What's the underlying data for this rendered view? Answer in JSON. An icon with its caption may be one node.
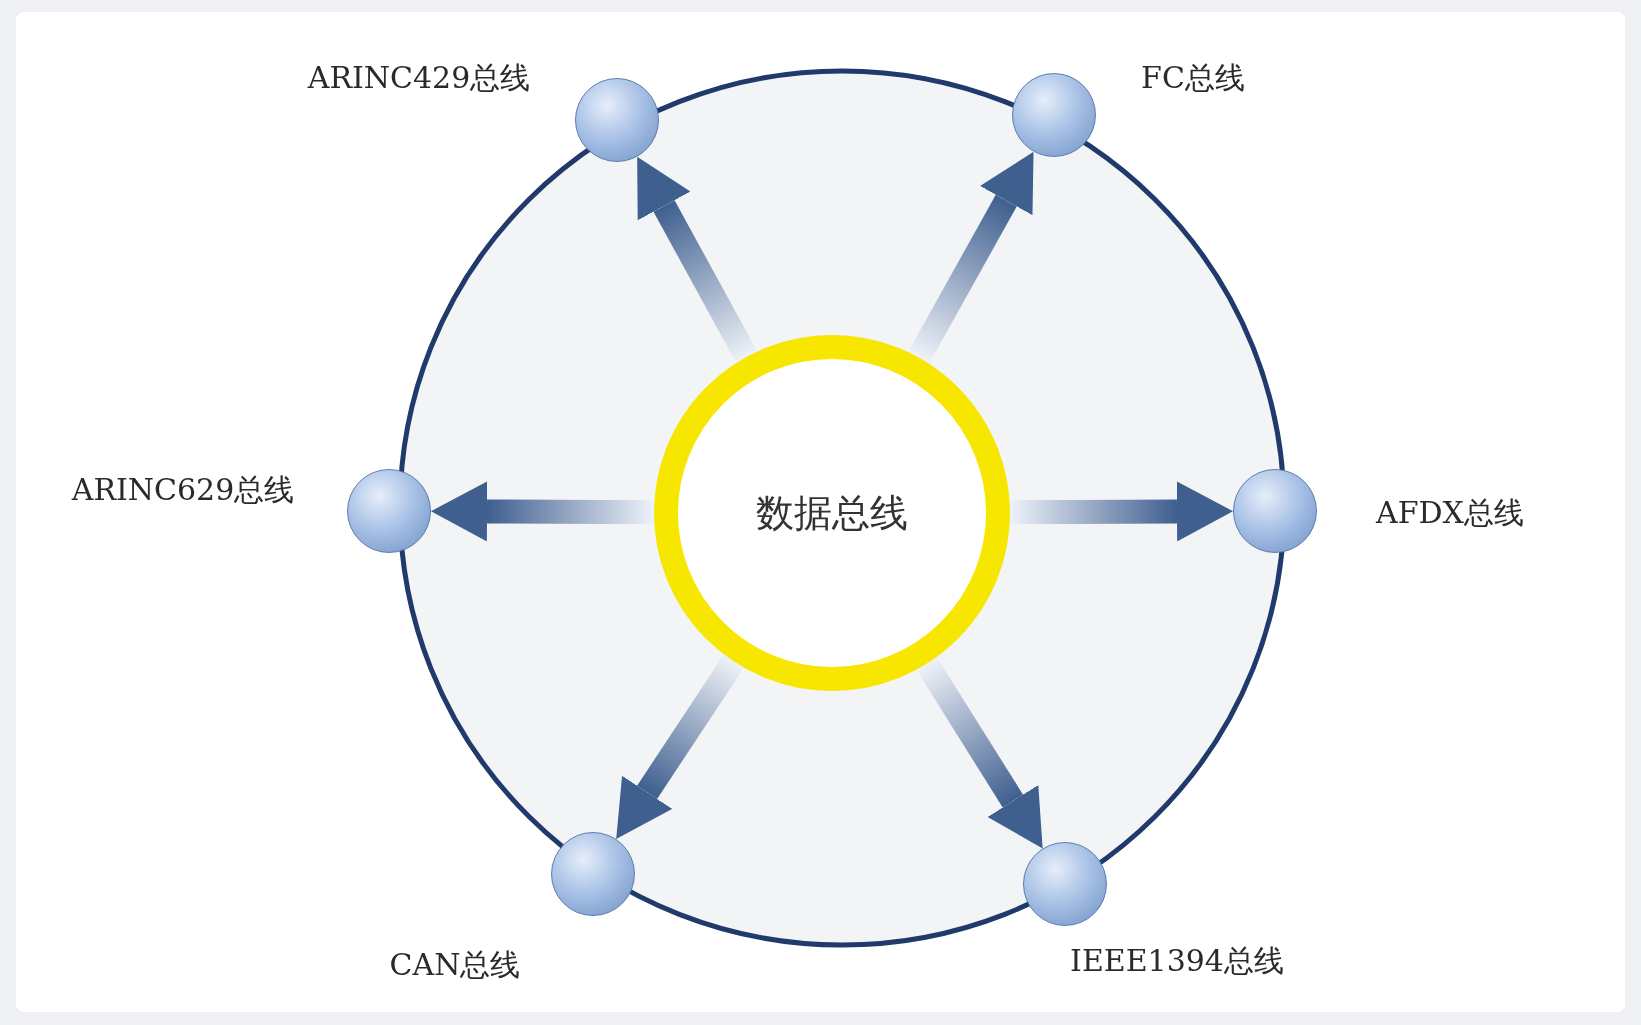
{
  "diagram": {
    "nodes": [
      {
        "text": [
          "数据总线"
        ]
      },
      {
        "text": [],
        "shape": "circle",
        "beside": [
          "ARINC429总线"
        ]
      },
      {
        "text": [],
        "shape": "circle",
        "beside": [
          "FC总线"
        ]
      },
      {
        "text": [],
        "shape": "circle",
        "beside": [
          "ARINC629总线"
        ]
      },
      {
        "text": [],
        "shape": "circle",
        "beside": [
          "AFDX总线"
        ]
      },
      {
        "text": [],
        "shape": "circle",
        "beside": [
          "CAN总线"
        ]
      },
      {
        "text": [],
        "shape": "circle",
        "beside": [
          "IEEE1394总线"
        ]
      }
    ],
    "edges": [
      {
        "from": 0,
        "to": 1,
        "arrow": "to"
      },
      {
        "from": 0,
        "to": 2,
        "arrow": "to"
      },
      {
        "from": 0,
        "to": 3,
        "arrow": "to"
      },
      {
        "from": 0,
        "to": 4,
        "arrow": "to"
      },
      {
        "from": 0,
        "to": 5,
        "arrow": "to"
      },
      {
        "from": 0,
        "to": 6,
        "arrow": "to"
      }
    ]
  }
}
